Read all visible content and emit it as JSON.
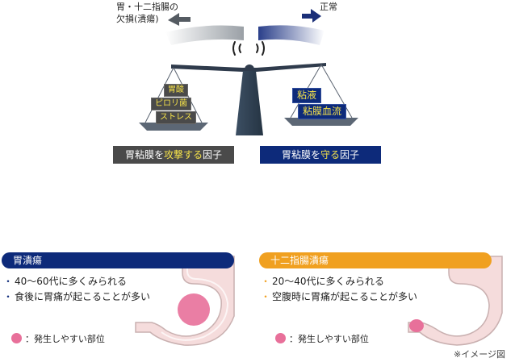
{
  "scale": {
    "left_direction_label": [
      "胃・十二指腸の",
      "欠損(潰瘍)"
    ],
    "right_direction_label": "正常",
    "left_pan_items": [
      "胃酸",
      "ピロリ菌",
      "ストレス"
    ],
    "right_pan_items": [
      "粘液",
      "粘膜血流"
    ],
    "attack_factor": {
      "prefix": "胃粘膜を",
      "highlight": "攻撃する",
      "suffix": "因子"
    },
    "protect_factor": {
      "prefix": "胃粘膜を",
      "highlight": "守る",
      "suffix": "因子"
    }
  },
  "cards": [
    {
      "title": "胃潰瘍",
      "color": "#0d2a7a",
      "points": [
        "40〜60代に多くみられる",
        "食後に胃痛が起こることが多い"
      ],
      "legend": "：発生しやすい部位"
    },
    {
      "title": "十二指腸潰瘍",
      "color": "#f0a020",
      "points": [
        "20〜40代に多くみられる",
        "空腹時に胃痛が起こることが多い"
      ],
      "legend": "：発生しやすい部位"
    }
  ],
  "note": "※イメージ図",
  "colors": {
    "navy": "#0d2a7a",
    "orange": "#f0a020",
    "dark_gray": "#4a4a4a",
    "highlight_yellow": "#f5e24a",
    "ulcer_pink": "#e8709a",
    "stomach_fill": "#f5dcdc"
  }
}
